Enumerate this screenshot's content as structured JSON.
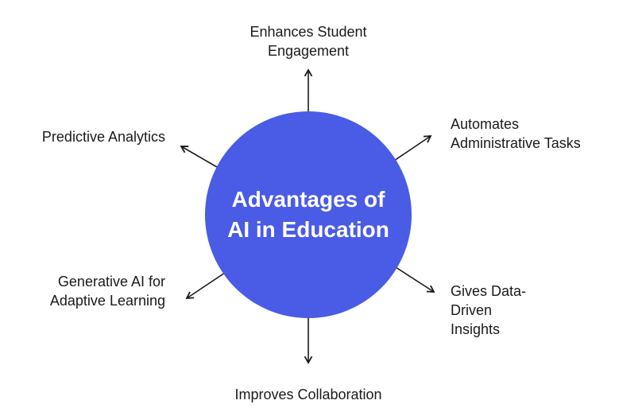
{
  "diagram": {
    "center": "Advantages of\nAI in Education",
    "branches": [
      {
        "id": "top",
        "text": "Enhances Student\nEngagement"
      },
      {
        "id": "top-right",
        "text": "Automates\nAdministrative Tasks"
      },
      {
        "id": "top-left",
        "text": "Predictive Analytics"
      },
      {
        "id": "bottom-left",
        "text": "Generative AI for\nAdaptive Learning"
      },
      {
        "id": "bottom-right",
        "text": "Gives Data-\nDriven\nInsights"
      },
      {
        "id": "bottom",
        "text": "Improves Collaboration"
      }
    ],
    "colors": {
      "circle": "#4a5be6",
      "center_text": "#ffffff",
      "arrow": "#1a1a1a",
      "label_text": "#1a1a1a"
    }
  }
}
